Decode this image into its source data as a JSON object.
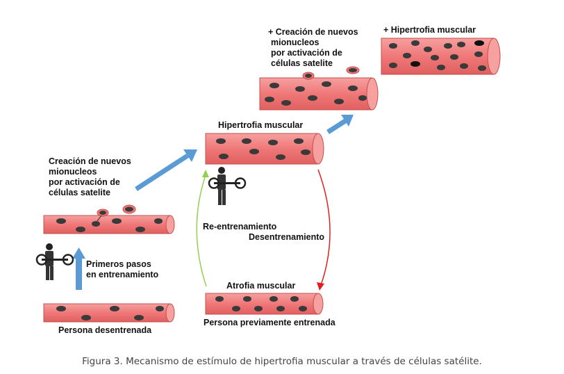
{
  "labels": {
    "creation_top": [
      "+ Creación de nuevos",
      "mionucleos",
      "por activación de",
      "células satelite"
    ],
    "hypertrophy_top": "+ Hipertrofia muscular",
    "hypertrophy_mid": "Hipertrofia muscular",
    "creation_left": [
      "Creación de nuevos",
      "mionucleos",
      "por activación de",
      "células satelite"
    ],
    "reentrenamiento": "Re-entrenamiento",
    "desentrenamiento": "Desentrenamiento",
    "primeros": [
      "Primeros pasos",
      "en entrenamiento"
    ],
    "atrofia": "Atrofia muscular",
    "persona_desentrenada": "Persona desentrenada",
    "persona_previamente": "Persona previamente entrenada"
  },
  "caption": "Figura 3. Mecanismo de estímulo de hipertrofia muscular a través de células satélite.",
  "colors": {
    "fiber_fill": "#f07878",
    "fiber_edge": "#c0504d",
    "nucleus": "#3a3a3a",
    "arrow_blue": "#5b9bd5",
    "arrow_green": "#92d050",
    "arrow_red": "#e02020"
  },
  "icons": [
    "weightlifter-icon",
    "weightlifter-icon"
  ]
}
